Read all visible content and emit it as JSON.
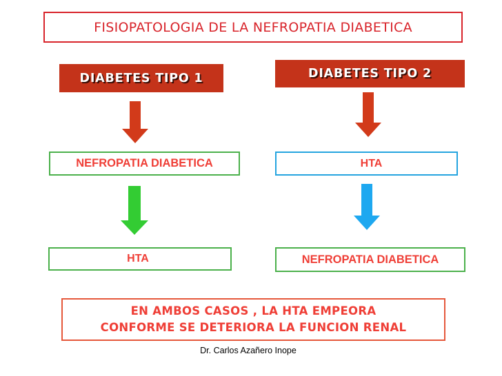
{
  "title": "FISIOPATOLOGIA DE LA NEFROPATIA DIABETICA",
  "left_column": {
    "type_label": "DIABETES TIPO 1",
    "first_box": "NEFROPATIA DIABETICA",
    "second_box": "HTA"
  },
  "right_column": {
    "type_label": "DIABETES TIPO 2",
    "first_box": "HTA",
    "second_box": "NEFROPATIA DIABETICA"
  },
  "conclusion": {
    "line1": "EN AMBOS CASOS , LA HTA EMPEORA",
    "line2": "CONFORME SE DETERIORA LA FUNCION RENAL"
  },
  "author": "Dr. Carlos Azañero Inope",
  "colors": {
    "title_red": "#d8232a",
    "type_box_fill": "#c4331a",
    "node_text_red": "#ef3e36",
    "arrow_red": "#d23a1a",
    "arrow_green": "#33cc33",
    "arrow_blue": "#1ea8f0",
    "border_green": "#4ab04a",
    "border_blue": "#24a4df"
  }
}
